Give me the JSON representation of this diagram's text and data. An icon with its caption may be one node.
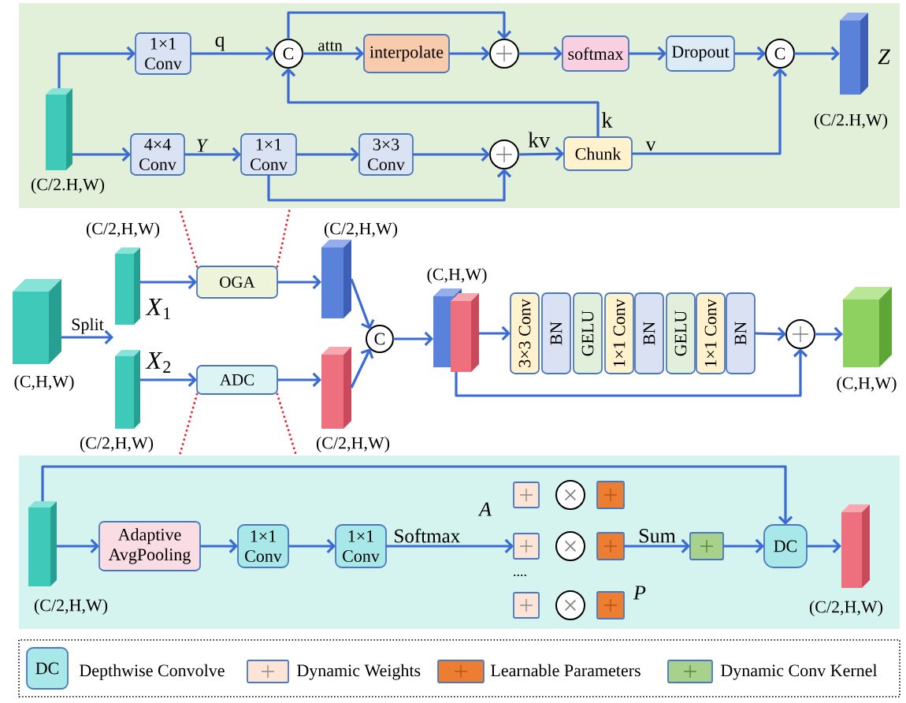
{
  "diagram": {
    "nodes": [
      {
        "text": [],
        "shape": "box"
      },
      {
        "text": [],
        "shape": "bar",
        "in": 0,
        "beside": [
          "(C/2.H,W)"
        ]
      },
      {
        "text": [
          "1×1 Conv"
        ],
        "in": 0
      },
      {
        "text": [
          "C"
        ],
        "in": 0
      },
      {
        "text": [
          "interpolate"
        ],
        "in": 0
      },
      {
        "text": [],
        "shape": "circle",
        "in": 0
      },
      {
        "text": [
          "softmax"
        ],
        "in": 0
      },
      {
        "text": [
          "Dropout"
        ],
        "in": 0
      },
      {
        "text": [
          "C"
        ],
        "in": 0
      },
      {
        "text": [],
        "shape": "bar",
        "in": 0,
        "beside": [
          "Z",
          "(C/2.H,W)"
        ]
      },
      {
        "text": [
          "4×4 Conv"
        ],
        "in": 0
      },
      {
        "text": [
          "1×1 Conv"
        ],
        "in": 0
      },
      {
        "text": [
          "3×3 Conv"
        ],
        "in": 0
      },
      {
        "text": [],
        "shape": "circle",
        "in": 0
      },
      {
        "text": [
          "Chunk"
        ],
        "in": 0
      },
      {
        "text": [],
        "shape": "cube",
        "beside": [
          "(C,H,W)"
        ]
      },
      {
        "text": [],
        "shape": "bar",
        "beside": [
          "(C/2,H,W)",
          "*X*$_{1}$"
        ]
      },
      {
        "text": [
          "OGA"
        ]
      },
      {
        "text": [],
        "shape": "bar",
        "beside": [
          "(C/2,H,W)"
        ]
      },
      {
        "text": [],
        "shape": "bar",
        "beside": [
          "*X*$_{2}$",
          "(C/2,H,W)"
        ]
      },
      {
        "text": [
          "ADC"
        ]
      },
      {
        "text": [],
        "shape": "bar",
        "beside": [
          "(C/2,H,W)"
        ]
      },
      {
        "text": [
          "C"
        ]
      },
      {
        "text": [],
        "shape": "bar",
        "beside": [
          "(C,H,W)"
        ]
      },
      {
        "text": [
          "3×3 Conv"
        ]
      },
      {
        "text": [
          "BN"
        ]
      },
      {
        "text": [
          "GELU"
        ]
      },
      {
        "text": [
          "1×1 Conv"
        ]
      },
      {
        "text": [
          "BN"
        ]
      },
      {
        "text": [
          "GELU"
        ]
      },
      {
        "text": [
          "1×1 Conv"
        ]
      },
      {
        "text": [
          "BN"
        ]
      },
      {
        "text": [],
        "shape": "circle"
      },
      {
        "text": [],
        "shape": "cube",
        "beside": [
          "(C,H,W)"
        ]
      },
      {
        "text": [],
        "shape": "box"
      },
      {
        "text": [],
        "shape": "bar",
        "in": 34,
        "beside": [
          "(C/2,H,W)"
        ]
      },
      {
        "text": [
          "Adaptive AvgPooling"
        ],
        "in": 34
      },
      {
        "text": [
          "1×1 Conv"
        ],
        "in": 34
      },
      {
        "text": [
          "1×1 Conv"
        ],
        "in": 34
      },
      {
        "text": [],
        "shape": "box",
        "in": 34
      },
      {
        "text": [],
        "shape": "circle",
        "in": 34
      },
      {
        "text": [],
        "shape": "box",
        "in": 34
      },
      {
        "text": [],
        "shape": "box",
        "in": 34
      },
      {
        "text": [],
        "shape": "circle",
        "in": 34
      },
      {
        "text": [],
        "shape": "box",
        "in": 34
      },
      {
        "text": [],
        "shape": "box",
        "in": 34
      },
      {
        "text": [],
        "shape": "circle",
        "in": 34
      },
      {
        "text": [],
        "shape": "box",
        "in": 34
      },
      {
        "text": [],
        "shape": "box",
        "in": 34
      },
      {
        "text": [
          "DC"
        ],
        "in": 34
      },
      {
        "text": [],
        "shape": "bar",
        "in": 34,
        "beside": [
          "(C/2,H,W)"
        ]
      }
    ],
    "edges": [
      {
        "from": 1,
        "to": 2,
        "arrow": "to"
      },
      {
        "from": 2,
        "to": 3,
        "arrow": "to",
        "label": "q"
      },
      {
        "from": 3,
        "to": 4,
        "arrow": "to",
        "label": "attn"
      },
      {
        "from": 3,
        "to": 5,
        "arrow": "to"
      },
      {
        "from": 4,
        "to": 5,
        "arrow": "to"
      },
      {
        "from": 5,
        "to": 6,
        "arrow": "to"
      },
      {
        "from": 6,
        "to": 7,
        "arrow": "to"
      },
      {
        "from": 7,
        "to": 8,
        "arrow": "to"
      },
      {
        "from": 8,
        "to": 9,
        "arrow": "to"
      },
      {
        "from": 1,
        "to": 10,
        "arrow": "to"
      },
      {
        "from": 10,
        "to": 11,
        "arrow": "to",
        "label": "Y"
      },
      {
        "from": 11,
        "to": 12,
        "arrow": "to"
      },
      {
        "from": 12,
        "to": 13,
        "arrow": "to"
      },
      {
        "from": 11,
        "to": 13,
        "arrow": "to"
      },
      {
        "from": 13,
        "to": 14,
        "arrow": "to",
        "label": "kv"
      },
      {
        "from": 14,
        "to": 3,
        "arrow": "to",
        "label": "k"
      },
      {
        "from": 14,
        "to": 8,
        "arrow": "to",
        "label": "v"
      },
      {
        "from": 15,
        "to": 16,
        "arrow": "to",
        "label": "Split"
      },
      {
        "from": 16,
        "to": 17,
        "arrow": "to"
      },
      {
        "from": 17,
        "to": 18,
        "arrow": "to"
      },
      {
        "from": 19,
        "to": 20,
        "arrow": "to"
      },
      {
        "from": 20,
        "to": 21,
        "arrow": "to"
      },
      {
        "from": 18,
        "to": 22,
        "arrow": "to"
      },
      {
        "from": 21,
        "to": 22,
        "arrow": "to"
      },
      {
        "from": 22,
        "to": 23,
        "arrow": "to"
      },
      {
        "from": 23,
        "to": 24,
        "arrow": "to"
      },
      {
        "from": 31,
        "to": 32,
        "arrow": "to"
      },
      {
        "from": 23,
        "to": 32,
        "arrow": "to"
      },
      {
        "from": 32,
        "to": 33,
        "arrow": "to"
      },
      {
        "from": 17,
        "to": 0,
        "arrow": "none",
        "style": "dashed",
        "color": "#e8262e"
      },
      {
        "from": 17,
        "to": 0,
        "arrow": "none",
        "style": "dashed",
        "color": "#e8262e"
      },
      {
        "from": 20,
        "to": 34,
        "arrow": "none",
        "style": "dashed",
        "color": "#e8262e"
      },
      {
        "from": 20,
        "to": 34,
        "arrow": "none",
        "style": "dashed",
        "color": "#e8262e"
      },
      {
        "from": 35,
        "to": 49,
        "arrow": "to"
      },
      {
        "from": 35,
        "to": 36,
        "arrow": "to"
      },
      {
        "from": 36,
        "to": 37,
        "arrow": "to"
      },
      {
        "from": 37,
        "to": 38,
        "arrow": "to"
      },
      {
        "from": 38,
        "to": 42,
        "arrow": "to",
        "label": "Softmax"
      },
      {
        "from": 44,
        "to": 48,
        "arrow": "to",
        "label": "Sum"
      },
      {
        "from": 48,
        "to": 49,
        "arrow": "to"
      },
      {
        "from": 49,
        "to": 50,
        "arrow": "to"
      },
      {
        "from": 15,
        "to": 19,
        "arrow": "to"
      }
    ],
    "labels": [
      "A",
      "....",
      "P",
      "DC"
    ],
    "legend": [
      {
        "text": "Depthwise Convolve",
        "color": "#a9e8e8"
      },
      {
        "text": "Dynamic Weights",
        "color": "#fce4d6"
      },
      {
        "text": "Learnable Parameters",
        "color": "#ed7d31"
      },
      {
        "text": "Dynamic Conv Kernel",
        "color": "#a9d18e"
      }
    ]
  }
}
